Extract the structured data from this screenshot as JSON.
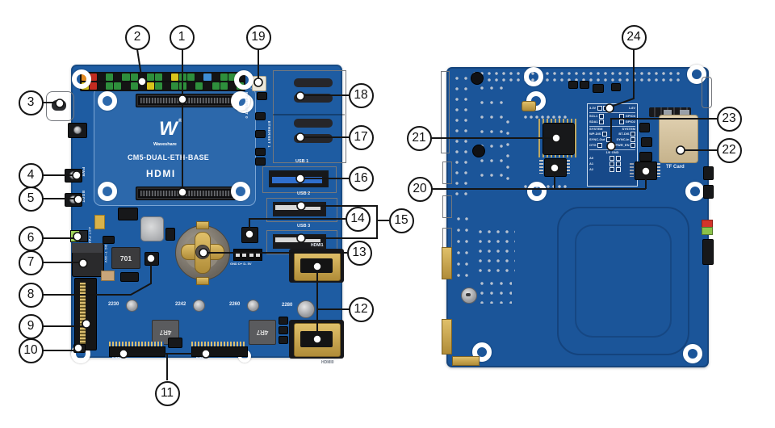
{
  "callouts": [
    "1",
    "2",
    "3",
    "4",
    "5",
    "6",
    "7",
    "8",
    "9",
    "10",
    "11",
    "12",
    "13",
    "14",
    "15",
    "16",
    "17",
    "18",
    "19",
    "20",
    "21",
    "22",
    "23",
    "24"
  ],
  "front": {
    "board_name": "CM5-DUAL-ETH-BASE",
    "brand": "Waveshare",
    "brand_logo": "W",
    "reg_mark": "®",
    "hdmi_logo": "HDMI",
    "ports": {
      "ethernet0": "ETHERNET 0",
      "ethernet1": "ETHERNET 1",
      "usb1": "USB 1",
      "usb2": "USB 2",
      "usb3": "USB 3",
      "hdmi1": "HDMI1",
      "hdmi0": "HDMI0",
      "mipi1": "MIPI1",
      "mipi0": "MIPI0"
    },
    "buttons": {
      "pwr": "PWR",
      "boot": "BOOT"
    },
    "leds": "ACT PWR",
    "dc_jack": "DC 7~36V",
    "inductors": {
      "i701": "701",
      "i4r7": "4R7"
    },
    "m2_lengths": [
      "2230",
      "2242",
      "2260",
      "2280"
    ],
    "usb_header_pinout": "GND D+ D- 5V",
    "gpio_colors_top": [
      "#e2881e",
      "#c32b20",
      "#141414",
      "#2e8f3c",
      "#141414",
      "#2e8f3c",
      "#2e8f3c",
      "#141414",
      "#2e8f3c",
      "#2e8f3c",
      "#141414",
      "#d9c41c",
      "#2e8f3c",
      "#2e8f3c",
      "#141414",
      "#3f8ed6",
      "#141414",
      "#2e8f3c",
      "#2e8f3c",
      "#141414"
    ],
    "gpio_colors_bottom": [
      "#d9c41c",
      "#c32b20",
      "#141414",
      "#2e8f3c",
      "#2e8f3c",
      "#141414",
      "#2e8f3c",
      "#141414",
      "#d9c41c",
      "#2e8f3c",
      "#141414",
      "#2e8f3c",
      "#2e8f3c",
      "#141414",
      "#2e8f3c",
      "#141414",
      "#2e8f3c",
      "#2e8f3c",
      "#141414",
      "#2e8f3c"
    ]
  },
  "back": {
    "tf_card": "TF Card",
    "jumpers": {
      "voltage": {
        "left": "3.3V",
        "right": "1.8V"
      },
      "i2c": [
        {
          "left": "SCL1",
          "right": "GPIO3"
        },
        {
          "left": "SDA1",
          "right": "GPIO2"
        }
      ],
      "system_headers": {
        "left": "SYSTEM",
        "right": "SYSTEM"
      },
      "system": [
        {
          "left": "WP-DIS",
          "right": "BT-DIS"
        },
        {
          "left": "SYNC-Out",
          "right": "SYNC-In"
        },
        {
          "left": "OTG",
          "right": "PWR_EN"
        }
      ],
      "addr_headers": {
        "left": "1/0",
        "right": "GND"
      },
      "addr": [
        "A0",
        "A1",
        "A2"
      ]
    }
  },
  "colors": {
    "pcb_front": "#1e5ca2",
    "pcb_back": "#1b5599",
    "gold": "#c9a44a",
    "leader": "#151515"
  }
}
